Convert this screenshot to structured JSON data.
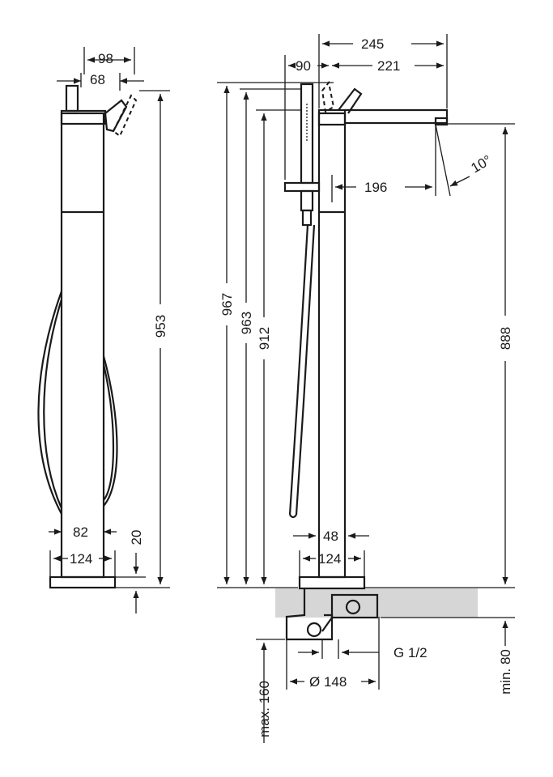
{
  "dimensions": {
    "side_width_top": "98",
    "side_depth_top": "68",
    "side_height": "953",
    "side_tube": "82",
    "side_base": "124",
    "side_base_thickness": "20",
    "front_total_width": "245",
    "front_hand_shower": "90",
    "front_spout_reach": "221",
    "front_spout_offset": "196",
    "front_spout_angle": "10°",
    "front_height_967": "967",
    "front_height_963": "963",
    "front_height_912": "912",
    "front_spout_height": "888",
    "front_tube": "48",
    "front_base": "124",
    "connection_thread": "G 1/2",
    "flange_diameter": "Ø 148",
    "max_depth": "max. 160",
    "min_depth": "min. 80"
  },
  "colors": {
    "line": "#1a1a1a",
    "floor": "#d6d6d6"
  }
}
